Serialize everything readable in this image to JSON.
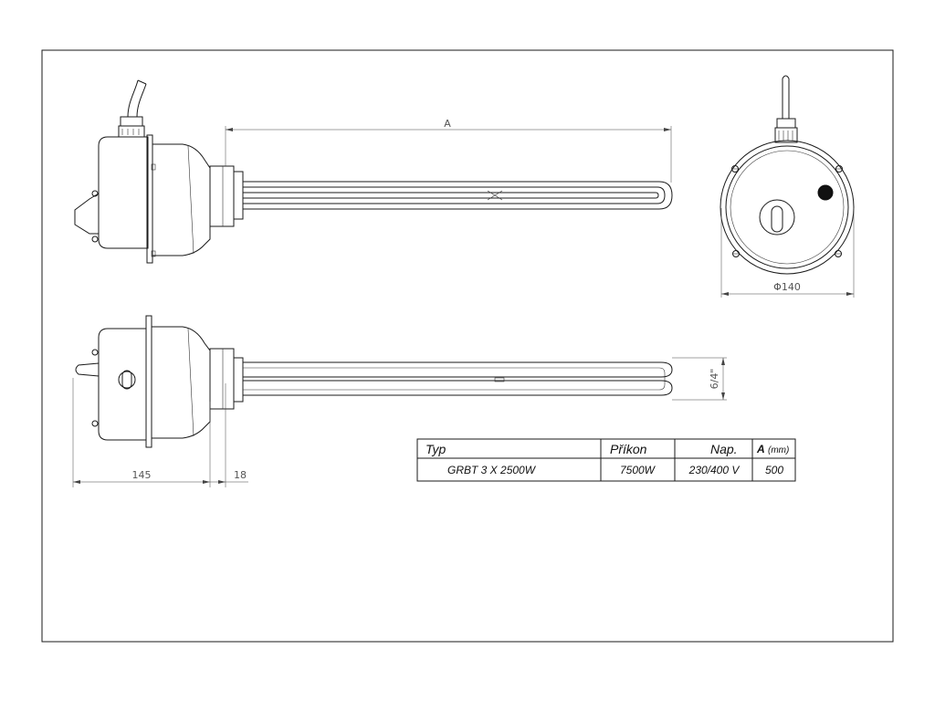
{
  "dimensions": {
    "length": "A",
    "diameter": "Φ140",
    "thread": "6/4\"",
    "head_depth": "145",
    "flange_depth": "18"
  },
  "spec_table": {
    "headers": {
      "type": "Typ",
      "power": "Příkon",
      "voltage": "Nap.",
      "length_bold": "A",
      "length_unit": "(mm)"
    },
    "row": {
      "type": "GRBT 3 X 2500W",
      "power": "7500W",
      "voltage": "230/400 V",
      "length": "500"
    }
  }
}
